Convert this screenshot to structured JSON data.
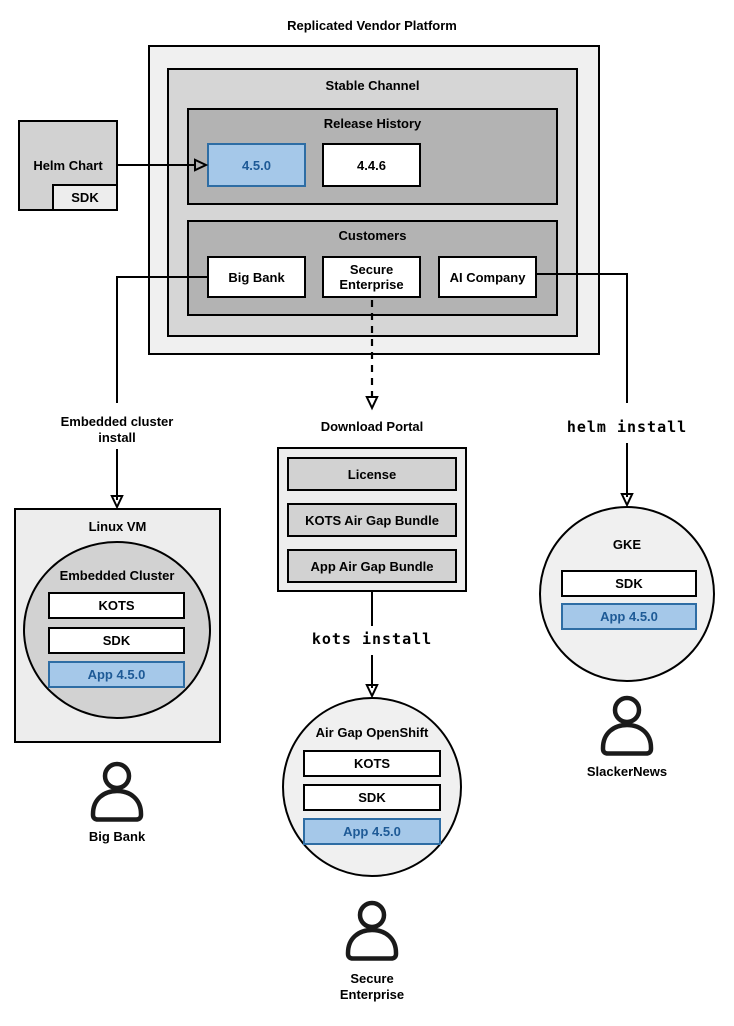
{
  "title": "Replicated Vendor Platform",
  "colors": {
    "platform_fill": "#f0f0f0",
    "channel_fill": "#d6d6d6",
    "group_fill": "#b3b3b3",
    "chip_fill": "#d2d2d2",
    "container_fill": "#ededed",
    "highlight_fill": "#a5c8e9",
    "highlight_border": "#2e6da4",
    "highlight_text": "#1e5a96",
    "line": "#000000"
  },
  "platform": {
    "stable_channel": "Stable Channel",
    "release_history": "Release History",
    "versions": {
      "current": "4.5.0",
      "previous": "4.4.6"
    },
    "customers": "Customers",
    "customer_items": [
      "Big Bank",
      "Secure Enterprise",
      "AI Company"
    ]
  },
  "helm_chart": {
    "label": "Helm Chart",
    "sdk": "SDK"
  },
  "connectors": {
    "embedded_cluster_install": "Embedded cluster install",
    "download_portal": "Download Portal",
    "kots_install": "kots install",
    "helm_install": "helm install"
  },
  "linux_vm": {
    "label": "Linux VM",
    "cluster": "Embedded Cluster",
    "kots": "KOTS",
    "sdk": "SDK",
    "app": "App 4.5.0"
  },
  "download_portal": {
    "license": "License",
    "kots_bundle": "KOTS Air Gap Bundle",
    "app_bundle": "App Air Gap Bundle"
  },
  "openshift": {
    "label": "Air Gap OpenShift",
    "kots": "KOTS",
    "sdk": "SDK",
    "app": "App 4.5.0"
  },
  "gke": {
    "label": "GKE",
    "sdk": "SDK",
    "app": "App 4.5.0"
  },
  "personas": {
    "big_bank": "Big Bank",
    "secure_enterprise": "Secure Enterprise",
    "slackernews": "SlackerNews"
  }
}
